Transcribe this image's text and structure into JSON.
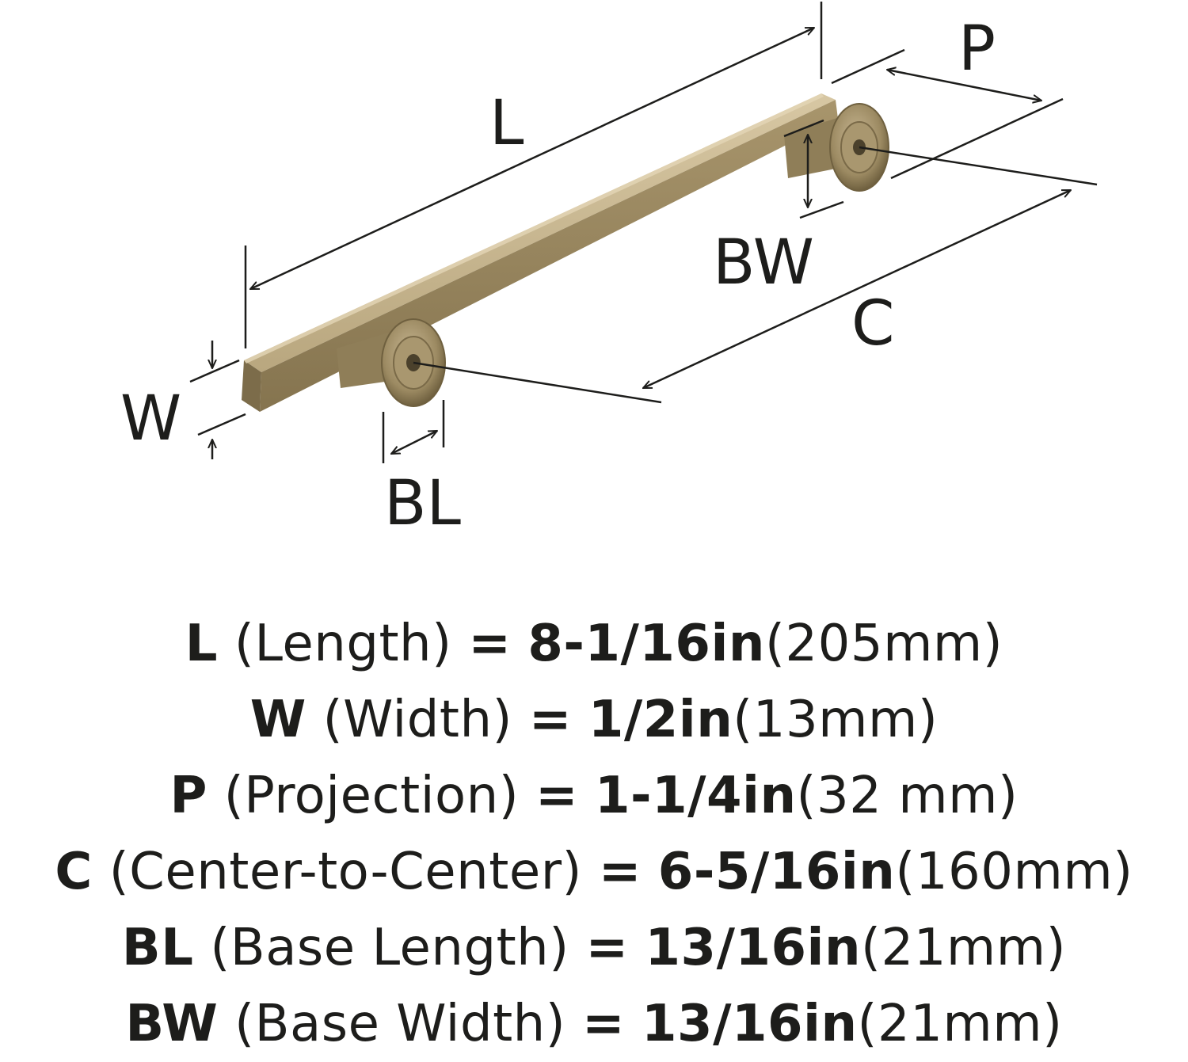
{
  "diagram": {
    "labels": {
      "L": "L",
      "P": "P",
      "BW": "BW",
      "C": "C",
      "W": "W",
      "BL": "BL"
    },
    "colors": {
      "finish_light": "#c9b894",
      "finish_mid": "#a8956c",
      "finish_dark": "#7a6a48",
      "line": "#1d1d1b"
    }
  },
  "specs": [
    {
      "code": "L",
      "name": "(Length)",
      "eq": "=",
      "value": "8-1/16in",
      "metric": "(205mm)"
    },
    {
      "code": "W",
      "name": "(Width)",
      "eq": "=",
      "value": "1/2in",
      "metric": "(13mm)"
    },
    {
      "code": "P",
      "name": "(Projection)",
      "eq": "=",
      "value": "1-1/4in",
      "metric": "(32 mm)"
    },
    {
      "code": "C",
      "name": "(Center-to-Center)",
      "eq": "=",
      "value": "6-5/16in",
      "metric": "(160mm)"
    },
    {
      "code": "BL",
      "name": "(Base Length)",
      "eq": "=",
      "value": "13/16in",
      "metric": "(21mm)"
    },
    {
      "code": "BW",
      "name": "(Base Width)",
      "eq": "=",
      "value": "13/16in",
      "metric": "(21mm)"
    }
  ]
}
